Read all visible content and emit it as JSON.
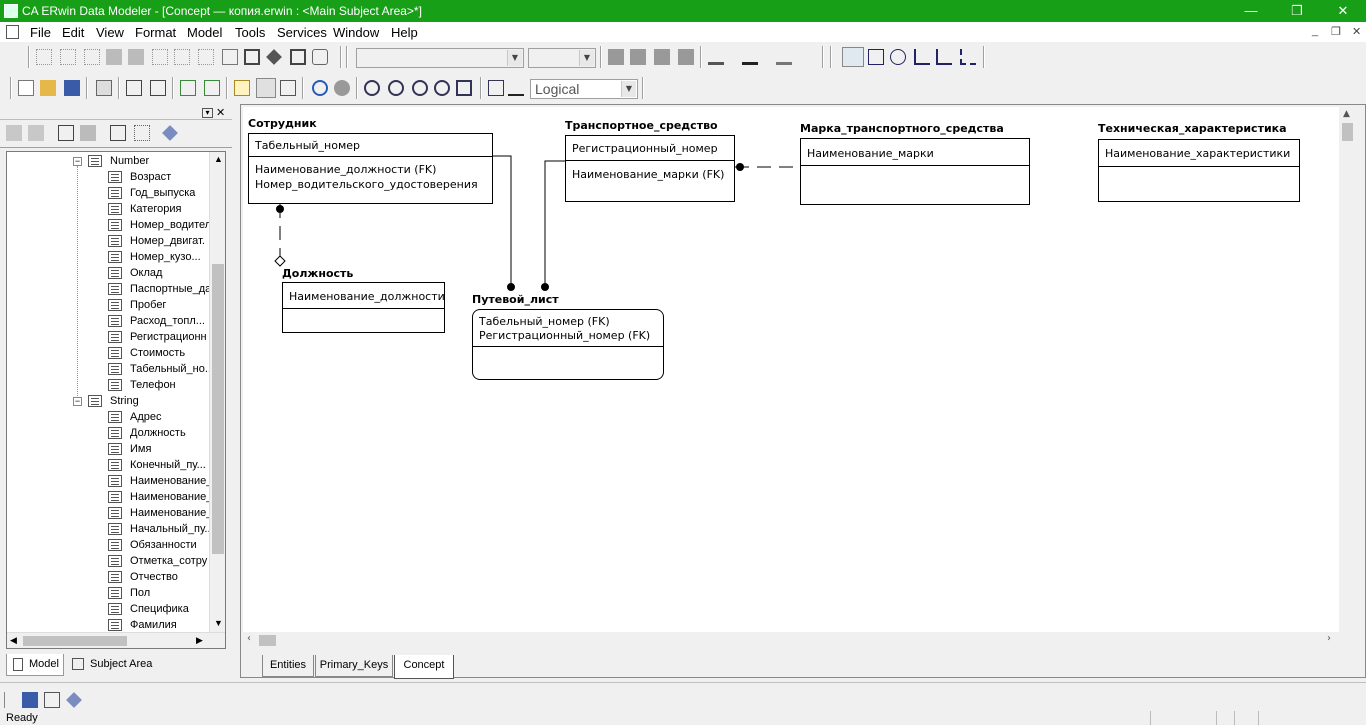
{
  "window": {
    "title": "CA ERwin Data Modeler - [Concept — копия.erwin : <Main Subject Area>*]",
    "minimize": "—",
    "maximize": "❐",
    "close": "✕"
  },
  "menu": {
    "items": [
      "File",
      "Edit",
      "View",
      "Format",
      "Model",
      "Tools",
      "Services",
      "Window",
      "Help"
    ],
    "mdi_controls": [
      "_",
      "❐",
      "✕"
    ]
  },
  "toolbar": {
    "view_level": "Logical"
  },
  "left_pane": {
    "groups": [
      {
        "label": "Number",
        "items": [
          "Возраст",
          "Год_выпуска",
          "Категория",
          "Номер_водител",
          "Номер_двигат.",
          "Номер_кузо...",
          "Оклад",
          "Паспортные_да",
          "Пробег",
          "Расход_топл...",
          "Регистрационн",
          "Стоимость",
          "Табельный_но...",
          "Телефон"
        ]
      },
      {
        "label": "String",
        "items": [
          "Адрес",
          "Должность",
          "Имя",
          "Конечный_пу...",
          "Наименование_",
          "Наименование_",
          "Наименование_",
          "Начальный_пу...",
          "Обязанности",
          "Отметка_сотру",
          "Отчество",
          "Пол",
          "Специфика",
          "Фамилия"
        ]
      }
    ],
    "tabs": [
      "Model",
      "Subject Area"
    ]
  },
  "diagram": {
    "entities": {
      "employee": {
        "name": "Сотрудник",
        "keys": [
          "Табельный_номер"
        ],
        "attrs": [
          "Наименование_должности (FK)",
          "Номер_водительского_удостоверения"
        ]
      },
      "position": {
        "name": "Должность",
        "keys": [
          "Наименование_должности"
        ],
        "attrs": []
      },
      "vehicle": {
        "name": "Транспортное_средство",
        "keys": [
          "Регистрационный_номер"
        ],
        "attrs": [
          "Наименование_марки (FK)"
        ]
      },
      "brand": {
        "name": "Марка_транспортного_средства",
        "keys": [
          "Наименование_марки"
        ],
        "attrs": []
      },
      "spec": {
        "name": "Техническая_характеристика",
        "keys": [
          "Наименование_характеристики"
        ],
        "attrs": []
      },
      "waybill": {
        "name": "Путевой_лист",
        "keys": [
          "Табельный_номер (FK)",
          "Регистрационный_номер (FK)"
        ],
        "attrs": []
      }
    },
    "tabs": [
      "Entities",
      "Primary_Keys",
      "Concept"
    ],
    "active_tab": "Concept"
  },
  "status": {
    "text": "Ready"
  },
  "colors": {
    "titlebar": "#17a017",
    "canvas_bg": "#ffffff"
  }
}
